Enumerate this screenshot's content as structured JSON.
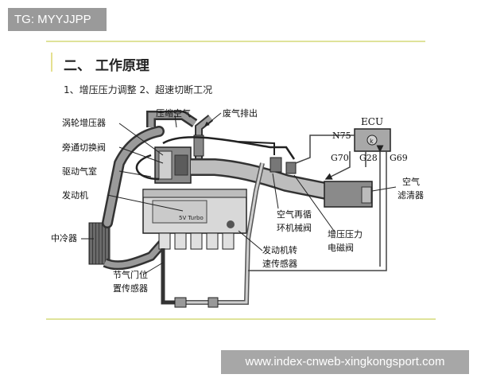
{
  "tag": "TG: MYYJJPP",
  "title": "二、 工作原理",
  "subtitle": "1、增压压力调整  2、超速切断工况",
  "labels": {
    "compressed_air": "压缩空气",
    "exhaust": "废气排出",
    "turbocharger": "涡轮增压器",
    "bypass_valve": "旁通切换阀",
    "drive_chamber": "驱动气室",
    "engine": "发动机",
    "intercooler": "中冷器",
    "throttle_sensor_line1": "节气门位",
    "throttle_sensor_line2": "置传感器",
    "recirc_valve_line1": "空气再循",
    "recirc_valve_line2": "环机械阀",
    "speed_sensor_line1": "发动机转",
    "speed_sensor_line2": "速传感器",
    "boost_solenoid_line1": "增压压力",
    "boost_solenoid_line2": "电磁阀",
    "air_filter_line1": "空气",
    "air_filter_line2": "滤清器"
  },
  "ecu": {
    "title": "ECU",
    "pins": {
      "n75": "N75",
      "g70": "G70",
      "g28": "G28",
      "g69": "G69"
    }
  },
  "engine_badge": "5V Turbo",
  "watermark": "www.index-cnweb-xingkongsport.com"
}
